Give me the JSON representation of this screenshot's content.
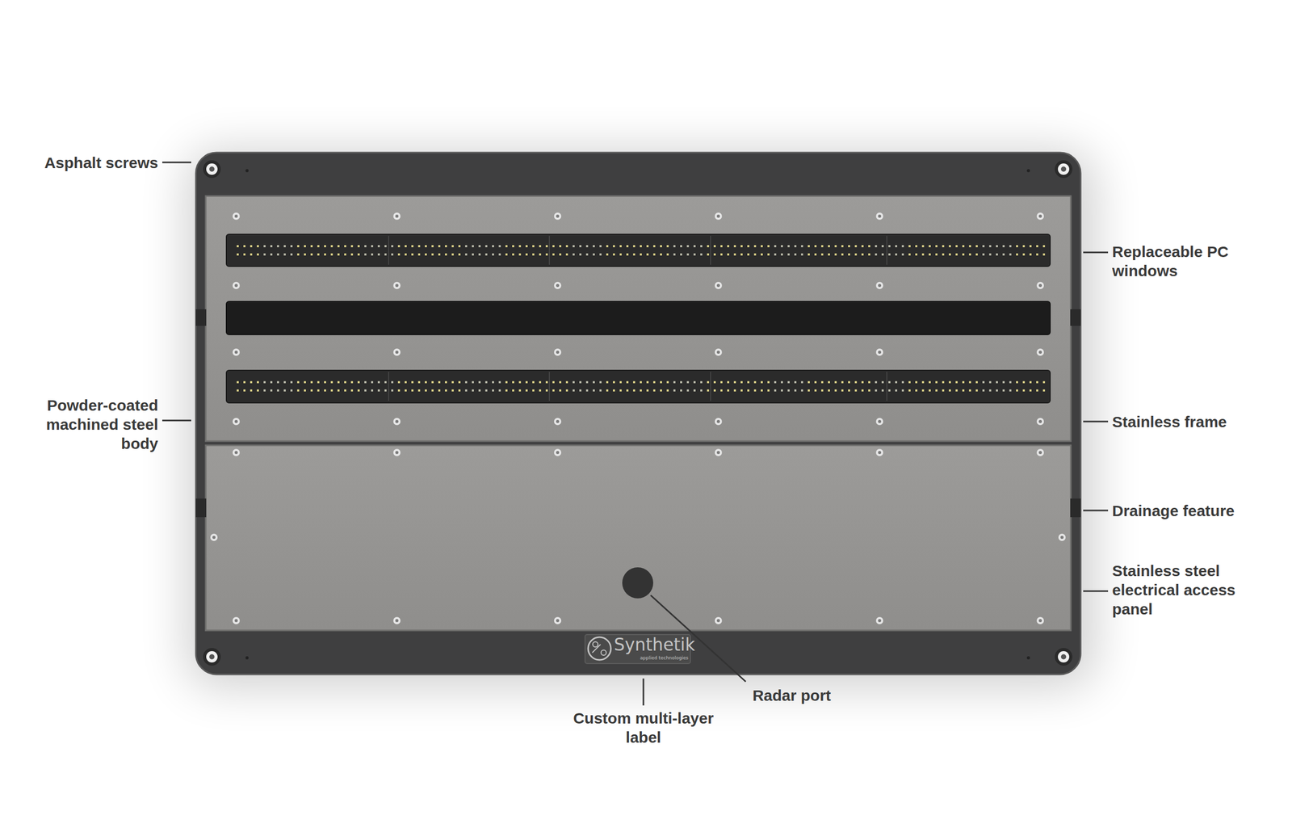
{
  "diagram": {
    "labels": [
      "Asphalt screws",
      "Replaceable PC windows",
      "Powder-coated machined steel body",
      "Stainless frame",
      "Drainage feature",
      "Stainless steel electrical access panel",
      "Radar port",
      "Custom multi-layer label",
      "Synthetik",
      "applied technologies"
    ]
  }
}
